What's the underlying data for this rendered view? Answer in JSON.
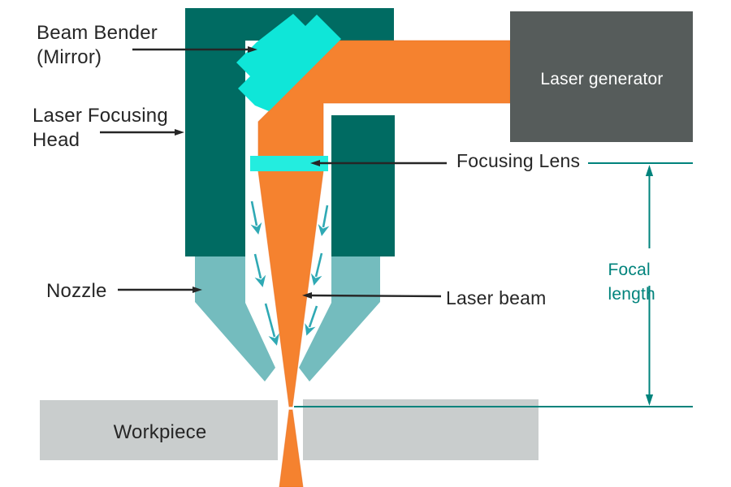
{
  "title": "Laser cutting head diagram",
  "labels": {
    "beam_bender": "Beam Bender\n(Mirror)",
    "focusing_head": "Laser Focusing\nHead",
    "nozzle": "Nozzle",
    "workpiece": "Workpiece",
    "laser_generator": "Laser generator",
    "focusing_lens": "Focusing Lens",
    "laser_beam": "Laser beam",
    "focal_length": "Focal length"
  },
  "colors": {
    "housing": "#006b62",
    "mirror": "#0fe6d8",
    "lens": "#23eddf",
    "beam": "#f5822f",
    "beam_edge": "#e96f22",
    "nozzle": "#74bcbe",
    "flow": "#2fa9b4",
    "dim": "#00837c",
    "generator": "#565c5b",
    "generator_text": "#ffffff",
    "workpiece": "#c9cdcd",
    "label": "#262626"
  }
}
